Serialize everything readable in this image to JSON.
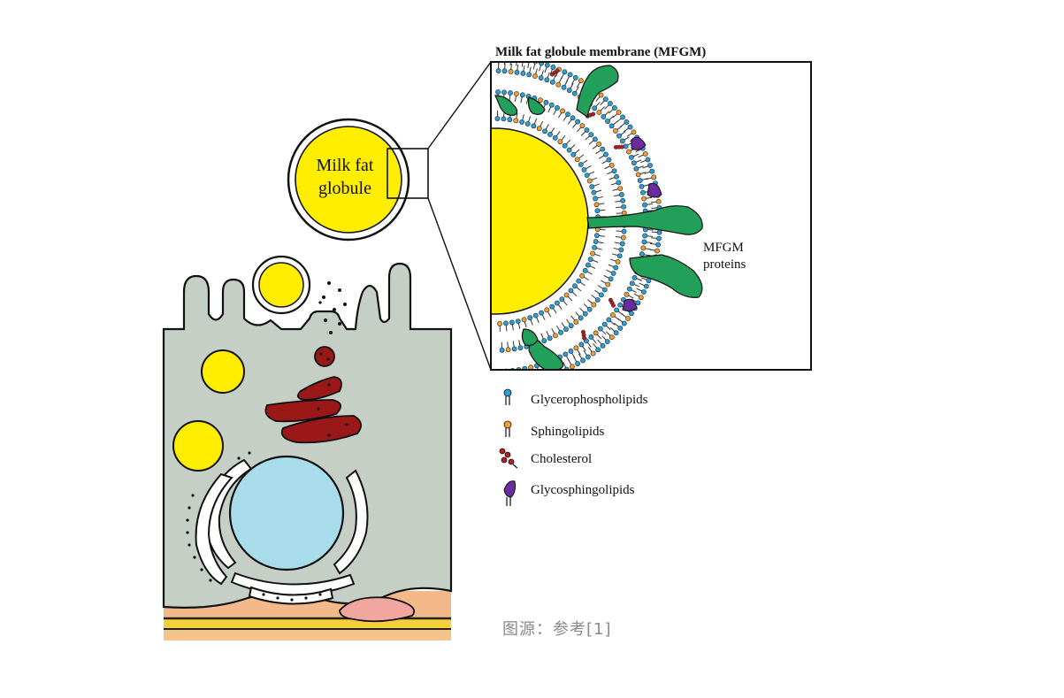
{
  "globule": {
    "label_line1": "Milk fat",
    "label_line2": "globule"
  },
  "inset": {
    "title": "Milk fat globule membrane (MFGM)",
    "proteins_line1": "MFGM",
    "proteins_line2": "proteins"
  },
  "legend": {
    "items": [
      {
        "label": "Glycerophospholipids",
        "icon": "glycerophospholipid-icon",
        "color": "#2aa0d8"
      },
      {
        "label": "Sphingolipids",
        "icon": "sphingolipid-icon",
        "color": "#f0a030"
      },
      {
        "label": "Cholesterol",
        "icon": "cholesterol-icon",
        "color": "#b22222"
      },
      {
        "label": "Glycosphingolipids",
        "icon": "glycosphingolipid-icon",
        "color": "#6a2aa0"
      }
    ]
  },
  "caption": {
    "text": "图源：参考[1]"
  },
  "colors": {
    "fat_yellow": "#ffee00",
    "protein_green": "#22a05a",
    "cytoplasm": "#c5cfc6",
    "nucleus": "#a8dcea",
    "golgi": "#9b1818",
    "basement_orange": "#f4b98a",
    "basement_yellow": "#f3cf3a",
    "cell_pink": "#f2a6a0"
  }
}
